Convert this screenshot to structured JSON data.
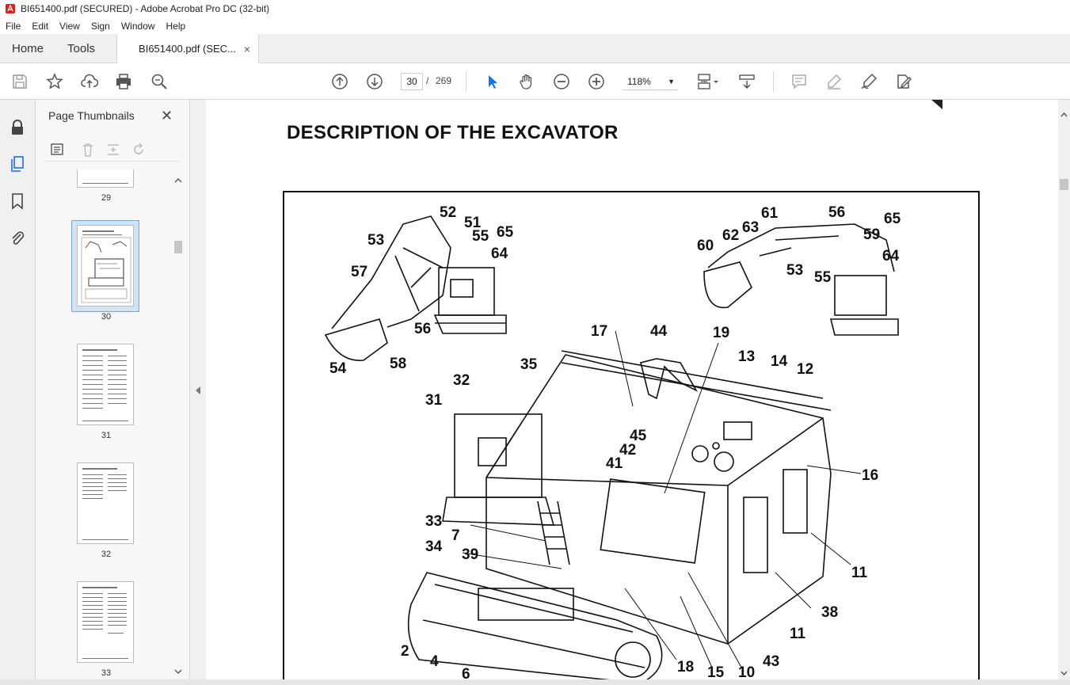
{
  "window": {
    "title": "BI651400.pdf (SECURED) - Adobe Acrobat Pro DC (32-bit)"
  },
  "menu": {
    "items": [
      "File",
      "Edit",
      "View",
      "Sign",
      "Window",
      "Help"
    ]
  },
  "tabs": {
    "home": "Home",
    "tools": "Tools",
    "document": "BI651400.pdf (SEC...",
    "close": "×"
  },
  "toolbar": {
    "icons": [
      "save-icon",
      "star-icon",
      "upload-icon",
      "print-icon",
      "search-icon",
      "page-up-icon",
      "page-down-icon",
      "select-cursor-icon",
      "hand-icon",
      "zoom-out-icon",
      "zoom-in-icon",
      "page-layout-icon",
      "scroll-mode-icon",
      "comment-icon",
      "highlight-icon",
      "sign-icon",
      "edit-pdf-icon"
    ],
    "current_page": "30",
    "page_separator": "/",
    "total_pages": "269",
    "zoom": "118%"
  },
  "panel": {
    "title": "Page Thumbnails",
    "close": "✕",
    "thumbnails": [
      {
        "label": "29"
      },
      {
        "label": "30",
        "selected": true
      },
      {
        "label": "31"
      },
      {
        "label": "32"
      },
      {
        "label": "33"
      }
    ]
  },
  "document": {
    "heading": "DESCRIPTION OF THE EXCAVATOR",
    "callouts": [
      "52",
      "51",
      "55",
      "65",
      "53",
      "64",
      "57",
      "56",
      "54",
      "58",
      "61",
      "56",
      "65",
      "63",
      "62",
      "59",
      "60",
      "64",
      "53",
      "55",
      "17",
      "44",
      "19",
      "13",
      "14",
      "12",
      "35",
      "32",
      "31",
      "45",
      "42",
      "41",
      "16",
      "33",
      "7",
      "34",
      "39",
      "11",
      "38",
      "11",
      "2",
      "4",
      "6",
      "18",
      "15",
      "10",
      "43"
    ]
  },
  "colors": {
    "accent": "#1473e6",
    "selection": "#cfe3f5",
    "toolbar_bg": "#ffffff",
    "panel_bg": "#f7f7f7"
  }
}
